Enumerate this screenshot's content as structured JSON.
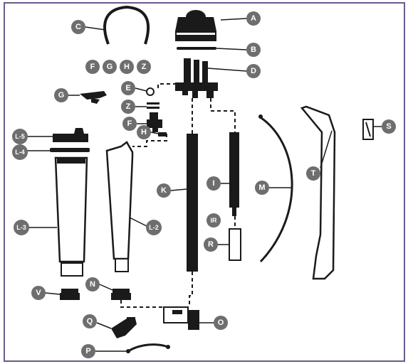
{
  "diagram": {
    "colors": {
      "frame": "#6b5a8e",
      "part": "#1a1a1a",
      "badge": "#6e6e6e",
      "badge_text": "#ffffff",
      "background": "#ffffff"
    },
    "labels": {
      "A": "A",
      "B": "B",
      "C": "C",
      "D": "D",
      "E": "E",
      "F_top": "F",
      "G_top": "G",
      "H_top": "H",
      "Z_top": "Z",
      "G": "G",
      "Z": "Z",
      "F": "F",
      "H": "H",
      "L5": "L-5",
      "L4": "L-4",
      "L3": "L-3",
      "L2": "L-2",
      "K": "K",
      "I": "I",
      "IR": "IR",
      "R": "R",
      "M": "M",
      "T": "T",
      "S": "S",
      "V": "V",
      "N": "N",
      "Q": "Q",
      "O": "O",
      "P": "P"
    }
  }
}
